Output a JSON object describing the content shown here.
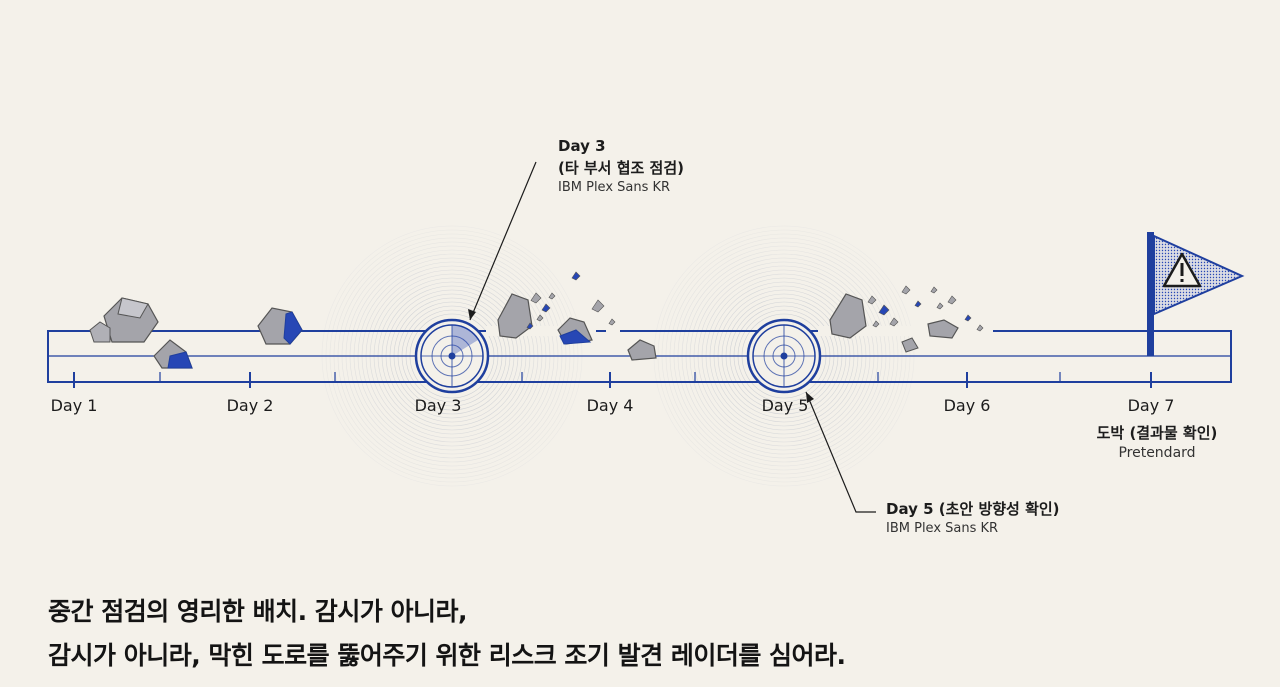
{
  "timeline": {
    "days": [
      {
        "label": "Day 1"
      },
      {
        "label": "Day 2"
      },
      {
        "label": "Day 3"
      },
      {
        "label": "Day 4"
      },
      {
        "label": "Day 5"
      },
      {
        "label": "Day 6"
      },
      {
        "label": "Day 7"
      }
    ]
  },
  "callouts": {
    "day3": {
      "title_line1": "Day 3",
      "title_line2": "(타 부서 협조 점검)",
      "font": "IBM Plex Sans KR"
    },
    "day5": {
      "title": "Day 5 (초안 방향성 확인)",
      "font": "IBM Plex Sans KR"
    },
    "day7": {
      "title": "도박 (결과물 확인)",
      "font": "Pretendard"
    }
  },
  "flag": {
    "icon": "warning-icon",
    "symbol": "!"
  },
  "headline": {
    "line1": "중간 점검의 영리한 배치. 감시가 아니라,",
    "line2": "감시가 아니라, 막힌 도로를 뚫어주기 위한 리스크 조기 발견 레이더를 심어라."
  },
  "colors": {
    "accent": "#1f3f9e",
    "rock": "#a4a4aa",
    "rock_blue": "#2747b5",
    "background": "#f4f1ea"
  }
}
